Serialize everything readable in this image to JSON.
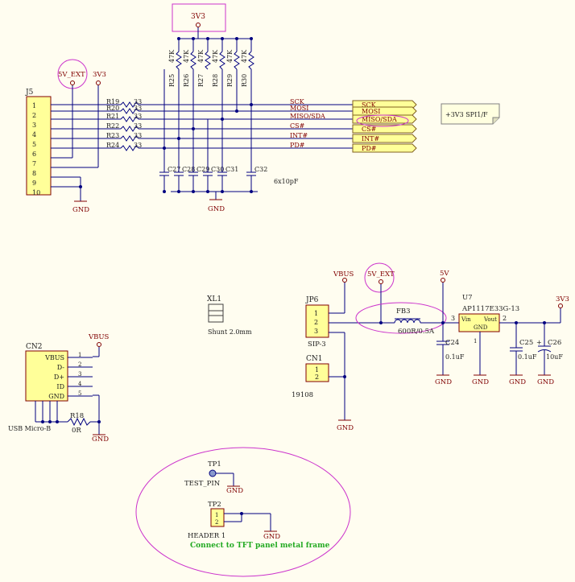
{
  "spi_block": {
    "power_label": "3V3",
    "connector": {
      "ref": "J5",
      "pins": [
        "1",
        "2",
        "3",
        "4",
        "5",
        "6",
        "7",
        "8",
        "9",
        "10"
      ]
    },
    "flag_5vext": "5V_EXT",
    "flag_3v3": "3V3",
    "gnd_labels": [
      "GND",
      "GND"
    ],
    "series_resistors": [
      {
        "ref": "R19",
        "value": "33"
      },
      {
        "ref": "R20",
        "value": "33"
      },
      {
        "ref": "R21",
        "value": "33"
      },
      {
        "ref": "R22",
        "value": "33"
      },
      {
        "ref": "R23",
        "value": "33"
      },
      {
        "ref": "R24",
        "value": "33"
      }
    ],
    "pullups": [
      {
        "ref": "R25",
        "value": "47K"
      },
      {
        "ref": "R26",
        "value": "47K"
      },
      {
        "ref": "R27",
        "value": "47K"
      },
      {
        "ref": "R28",
        "value": "47K"
      },
      {
        "ref": "R29",
        "value": "47K"
      },
      {
        "ref": "R30",
        "value": "47K"
      }
    ],
    "capacitors": [
      "C27",
      "C28",
      "C29",
      "C30",
      "C31",
      "C32"
    ],
    "cap_value": "6x10pF",
    "nets": [
      "SCK",
      "MOSI",
      "MISO/SDA",
      "CS#",
      "INT#",
      "PD#"
    ],
    "ports": [
      "SCK",
      "MOSI",
      "MISO/SDA",
      "CS#",
      "INT#",
      "PD#"
    ],
    "sheet_note": "+3V3 SPI1/F"
  },
  "misc": {
    "xl1_ref": "XL1",
    "xl1_value": "Shunt 2.0mm",
    "cn2_ref": "CN2",
    "cn2_pins": [
      {
        "name": "VBUS",
        "num": "1"
      },
      {
        "name": "D-",
        "num": "2"
      },
      {
        "name": "D+",
        "num": "3"
      },
      {
        "name": "ID",
        "num": "4"
      },
      {
        "name": "GND",
        "num": "5"
      }
    ],
    "cn2_footprint": "USB Micro-B",
    "vbus_flag": "VBUS",
    "r18_ref": "R18",
    "r18_value": "0R",
    "gnd": "GND"
  },
  "power_block": {
    "jp6_ref": "JP6",
    "jp6_pins": [
      "1",
      "2",
      "3"
    ],
    "jp6_value": "SIP-3",
    "cn1_ref": "CN1",
    "cn1_pins": [
      "1",
      "2"
    ],
    "cn1_value": "19108",
    "vbus_flag": "VBUS",
    "ext_flag": "5V_EXT",
    "v5_flag": "5V",
    "fb3_ref": "FB3",
    "fb3_value": "600R/0.5A",
    "node_num": "3",
    "c24_ref": "C24",
    "c24_value": "0.1uF",
    "u7_ref": "U7",
    "u7_part": "AP1117E33G-13",
    "u7_vin": "Vin",
    "u7_vout": "Vout",
    "u7_gnd": "GND",
    "u7_pin1": "1",
    "u7_pin2": "2",
    "c25_ref": "C25",
    "c25_value": "0.1uF",
    "c26_ref": "C26",
    "c26_value": "10uF",
    "plus": "+",
    "out_flag": "3V3",
    "gnd": "GND"
  },
  "test_block": {
    "tp1_ref": "TP1",
    "tp1_value": "TEST_PIN",
    "tp2_ref": "TP2",
    "tp2_pins": [
      "1",
      "2"
    ],
    "tp2_value": "HEADER 1",
    "note": "Connect to TFT panel metal frame",
    "gnd": "GND"
  },
  "colors": {
    "wire": "#000080",
    "label": "#800000",
    "port_fill": "#ffff99",
    "highlight": "#cc33cc",
    "note": "#22aa22"
  }
}
